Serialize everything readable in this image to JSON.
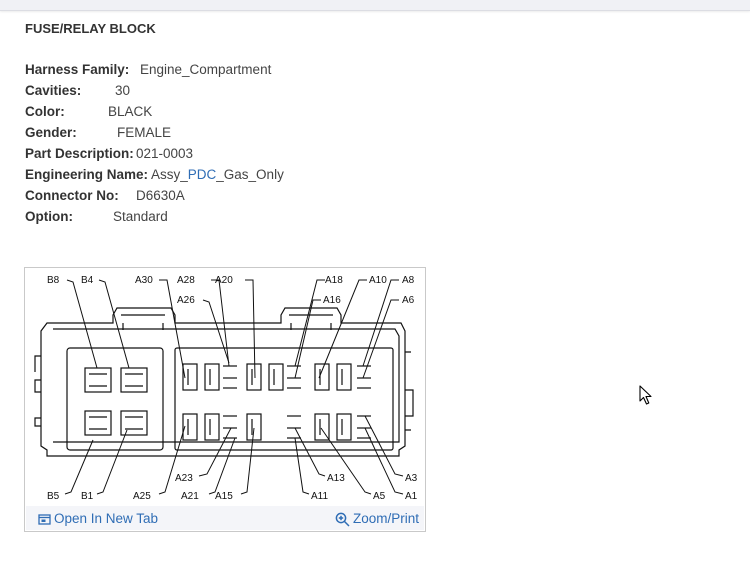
{
  "section_title": "FUSE/RELAY BLOCK",
  "properties": {
    "harness_family": {
      "label": "Harness Family:",
      "value": "Engine_Compartment"
    },
    "cavities": {
      "label": "Cavities:",
      "value": "30"
    },
    "color": {
      "label": "Color:",
      "value": "BLACK"
    },
    "gender": {
      "label": "Gender:",
      "value": "FEMALE"
    },
    "part_description": {
      "label": "Part Description:",
      "value": "021-0003"
    },
    "engineering_name": {
      "label": "Engineering Name:",
      "value_prefix": "Assy_",
      "value_link": "PDC",
      "value_suffix": "_Gas_Only"
    },
    "connector_no": {
      "label": "Connector No:",
      "value": "D6630A"
    },
    "option": {
      "label": "Option:",
      "value": "Standard"
    }
  },
  "diagram": {
    "pin_labels": {
      "b8": "B8",
      "b4": "B4",
      "a30": "A30",
      "a28": "A28",
      "a20": "A20",
      "a26": "A26",
      "a18": "A18",
      "a16": "A16",
      "a10": "A10",
      "a8": "A8",
      "a6": "A6",
      "b5": "B5",
      "b1": "B1",
      "a25": "A25",
      "a23": "A23",
      "a21": "A21",
      "a15": "A15",
      "a11": "A11",
      "a13": "A13",
      "a5": "A5",
      "a1": "A1",
      "a3": "A3"
    },
    "open_tab_label": "Open In New Tab",
    "zoom_label": "Zoom/Print",
    "open_tab_icon": "open-in-new-tab-icon",
    "zoom_icon": "zoom-magnifier-icon",
    "link_color": "#2f6db5"
  },
  "cursor_icon": "mouse-pointer-icon"
}
